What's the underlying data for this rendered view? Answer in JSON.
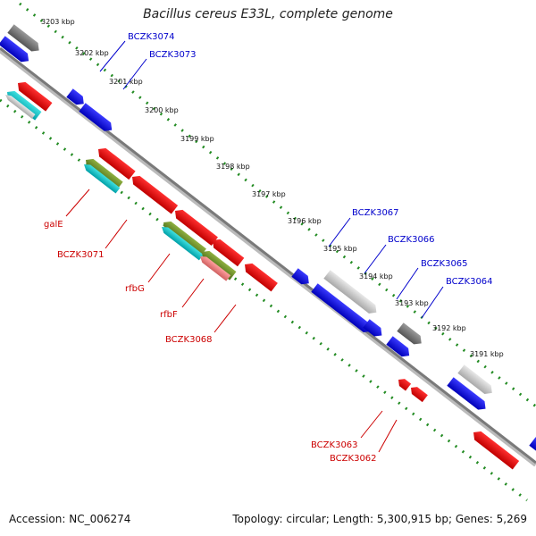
{
  "title": "Bacillus cereus E33L, complete genome",
  "footer": {
    "accession": "Accession: NC_006274",
    "summary": "Topology: circular; Length: 5,300,915 bp; Genes: 5,269"
  },
  "scale_labels": [
    "3203 kbp",
    "3202 kbp",
    "3201 kbp",
    "3200 kbp",
    "3199 kbp",
    "3198 kbp",
    "3197 kbp",
    "3196 kbp",
    "3195 kbp",
    "3194 kbp",
    "3193 kbp",
    "3192 kbp",
    "3191 kbp"
  ],
  "forward_gene_labels": [
    "BCZK3074",
    "BCZK3073",
    "BCZK3067",
    "BCZK3066",
    "BCZK3065",
    "BCZK3064"
  ],
  "reverse_gene_labels": [
    "galE",
    "BCZK3071",
    "rfbG",
    "rfbF",
    "BCZK3068",
    "BCZK3063",
    "BCZK3062"
  ],
  "colors": {
    "backbone": "#888888",
    "dotted_ring": "#228b22",
    "forward_cds": "#0000ee",
    "reverse_cds": "#ee0000",
    "reverse_cog_teal": "#00c8c8",
    "reverse_cog_olive": "#6b8e23",
    "reverse_cog_pink": "#f08080",
    "gray_feature": "#777777",
    "light_gray_feature": "#c8c8c8",
    "forward_label": "#0000cc",
    "reverse_label": "#cc0000"
  }
}
